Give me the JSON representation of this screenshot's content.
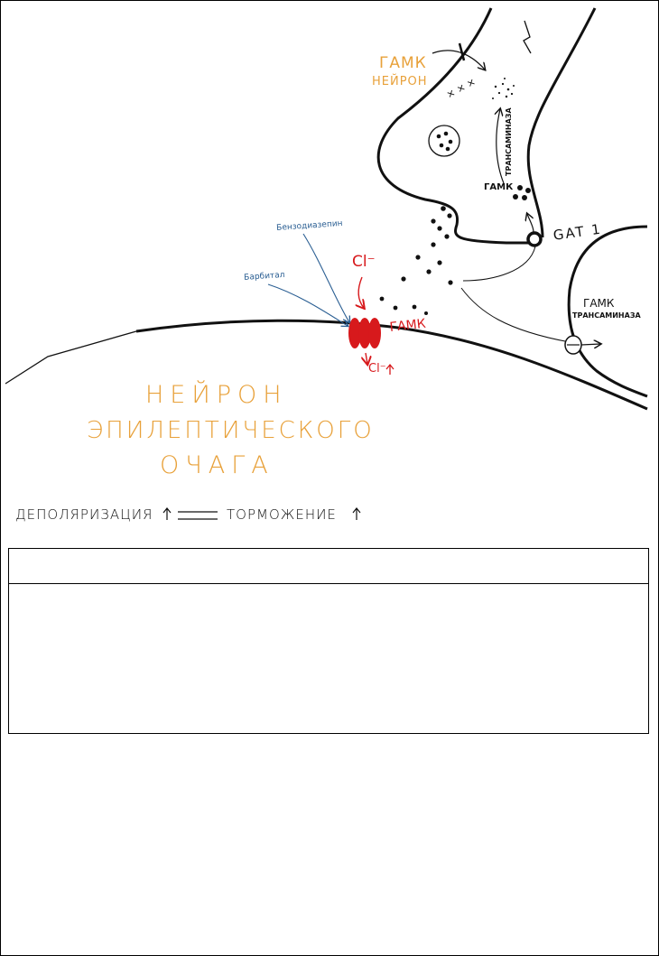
{
  "labels": {
    "gaba_neuron_line1": "ГАМК",
    "gaba_neuron_line2": "НЕЙРОН",
    "transaminase_vertical": "ТРАНСАМИНАЗА",
    "gaba_terminal": "ГАМК",
    "gat1": "GAT 1",
    "benzodiazepine": "Бензодиазепин",
    "barbiturate": "Барбитал",
    "cl_in": "Cl⁻",
    "cl_out": "Cl⁻",
    "gaba_receptor": "ГАМК",
    "glia_gaba": "ГАМК",
    "glia_transaminase": "ТРАНСАМИНАЗА",
    "focus_line1": "НЕЙРОН",
    "focus_line2": "ЭПИЛЕПТИЧЕСКОГО",
    "focus_line3": "ОЧАГА",
    "depolarization": "ДЕПОЛЯРИЗАЦИЯ",
    "inhibition": "ТОРМОЖЕНИЕ"
  },
  "colors": {
    "orange": "#E8A13A",
    "blue": "#2B5F93",
    "red": "#D7191C",
    "ink": "#111111"
  }
}
